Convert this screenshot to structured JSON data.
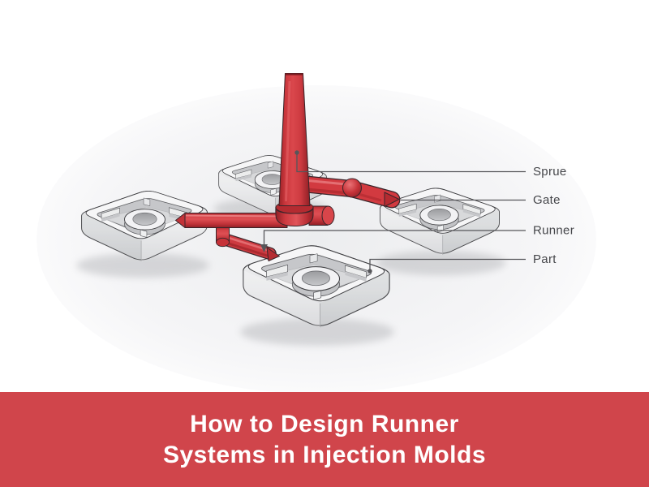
{
  "diagram": {
    "callouts": {
      "sprue": {
        "label": "Sprue"
      },
      "gate": {
        "label": "Gate"
      },
      "runner": {
        "label": "Runner"
      },
      "part": {
        "label": "Part"
      }
    },
    "colors": {
      "plastic_red": "#d23a40",
      "plastic_red_dark": "#9c2328",
      "mold_surface": "#f6f6f7",
      "mold_cavity": "#c6c7ca",
      "callout_line": "#56565a",
      "label_text": "#45464a",
      "shadow": "#a3a4a8"
    }
  },
  "banner": {
    "line1": "How to Design Runner",
    "line2": "Systems in Injection Molds",
    "background": "#d0454b",
    "text_color": "#ffffff"
  }
}
